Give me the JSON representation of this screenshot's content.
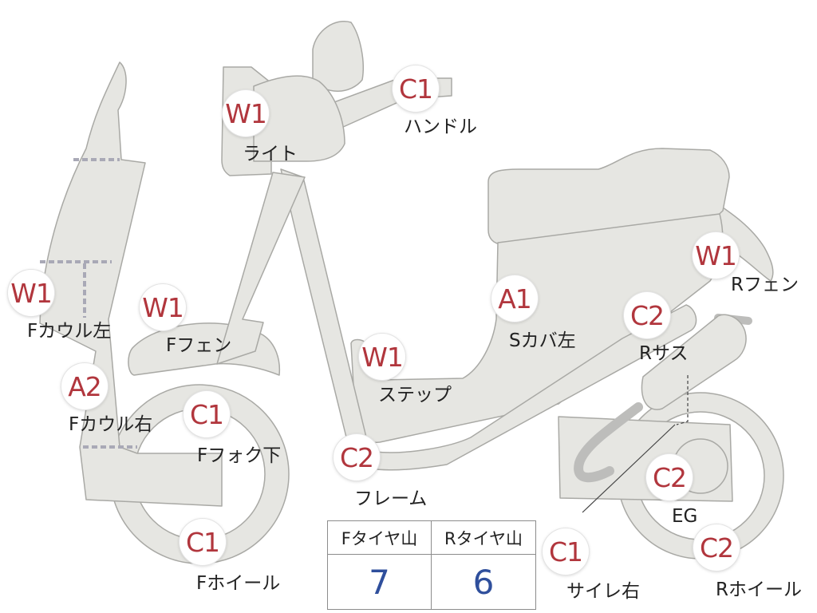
{
  "colors": {
    "body_fill": "#e6e6e2",
    "body_stroke": "#a9a9a5",
    "mechanical": "#bdbdbb",
    "badge_text": "#b1363d",
    "tread_value": "#2f4f9c"
  },
  "parts": [
    {
      "key": "light",
      "grade": "W1",
      "label": "ライト"
    },
    {
      "key": "handle",
      "grade": "C1",
      "label": "ハンドル"
    },
    {
      "key": "f-cowl-left",
      "grade": "W1",
      "label": "Fカウル左"
    },
    {
      "key": "f-fender",
      "grade": "W1",
      "label": "Fフェン"
    },
    {
      "key": "f-cowl-right",
      "grade": "A2",
      "label": "Fカウル右"
    },
    {
      "key": "f-fork-lower",
      "grade": "C1",
      "label": "Fフォク下"
    },
    {
      "key": "f-wheel",
      "grade": "C1",
      "label": "Fホイール"
    },
    {
      "key": "step",
      "grade": "W1",
      "label": "ステップ"
    },
    {
      "key": "s-cover-left",
      "grade": "A1",
      "label": "Sカバ左"
    },
    {
      "key": "frame",
      "grade": "C2",
      "label": "フレーム"
    },
    {
      "key": "r-fender",
      "grade": "W1",
      "label": "Rフェン"
    },
    {
      "key": "r-suspension",
      "grade": "C2",
      "label": "Rサス"
    },
    {
      "key": "engine",
      "grade": "C2",
      "label": "EG"
    },
    {
      "key": "r-wheel",
      "grade": "C2",
      "label": "Rホイール"
    },
    {
      "key": "muffler-right",
      "grade": "C1",
      "label": "サイレ右"
    }
  ],
  "tread": {
    "front_header": "Fタイヤ山",
    "rear_header": "Rタイヤ山",
    "front_value": "7",
    "rear_value": "6"
  }
}
